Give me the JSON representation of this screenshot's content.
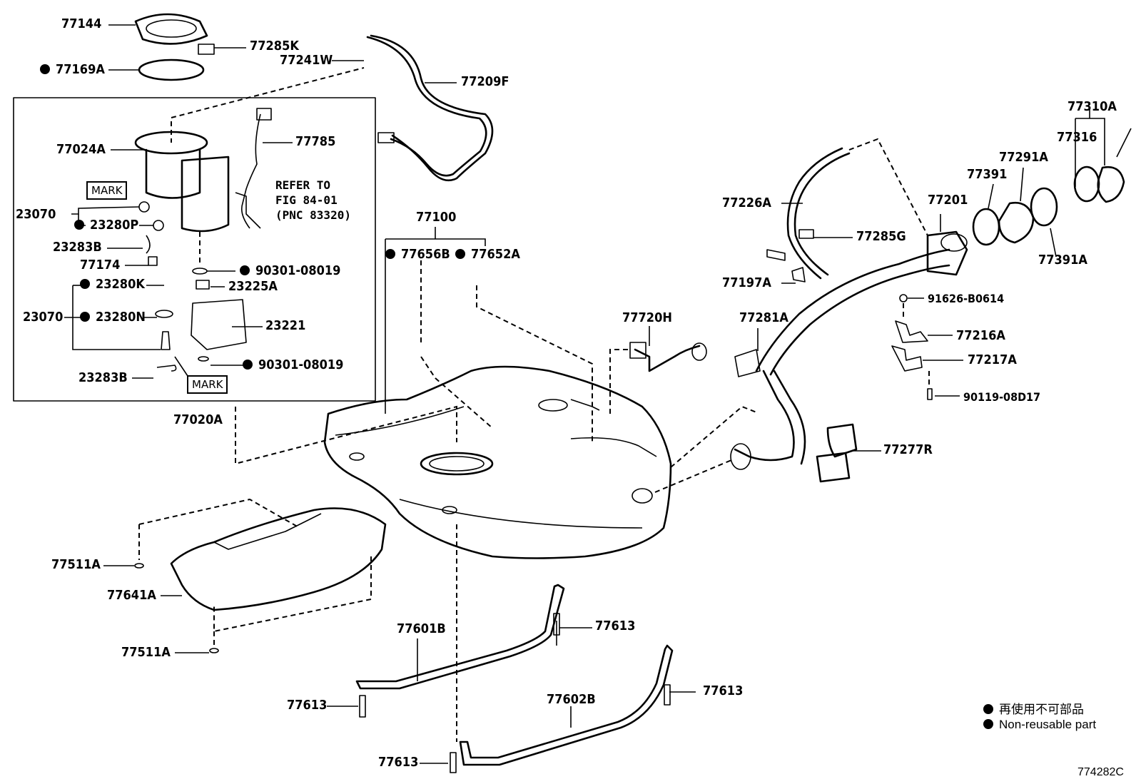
{
  "parts": {
    "p77144": "77144",
    "p77285K": "77285K",
    "p77169A": "77169A",
    "p77241W": "77241W",
    "p77209F": "77209F",
    "p77024A": "77024A",
    "p77785": "77785",
    "p23070a": "23070",
    "p23280P": "23280P",
    "p23283Ba": "23283B",
    "p77174": "77174",
    "p23280K": "23280K",
    "p90301a": "90301-08019",
    "p23225A": "23225A",
    "p23070b": "23070",
    "p23280N": "23280N",
    "p23221": "23221",
    "p90301b": "90301-08019",
    "p23283Bb": "23283B",
    "p77020A": "77020A",
    "p77100": "77100",
    "p77656B": "77656B",
    "p77652A": "77652A",
    "p77226A": "77226A",
    "p77285G": "77285G",
    "p77197A": "77197A",
    "p77720H": "77720H",
    "p77281A": "77281A",
    "p77201": "77201",
    "p77391": "77391",
    "p77291A": "77291A",
    "p77316": "77316",
    "p77310A": "77310A",
    "p77391A": "77391A",
    "p91626": "91626-B0614",
    "p77216A": "77216A",
    "p77217A": "77217A",
    "p90119": "90119-08D17",
    "p77277R": "77277R",
    "p77511Aa": "77511A",
    "p77641A": "77641A",
    "p77511Ab": "77511A",
    "p77601B": "77601B",
    "p77613a": "77613",
    "p77613b": "77613",
    "p77602B": "77602B",
    "p77613c": "77613",
    "p77613d": "77613"
  },
  "refer_note": "REFER TO\nFIG 84-01\n(PNC 83320)",
  "mark_label": "MARK",
  "legend": {
    "cn": "再使用不可部品",
    "en": "Non-reusable part"
  },
  "diagram_code": "774282C"
}
